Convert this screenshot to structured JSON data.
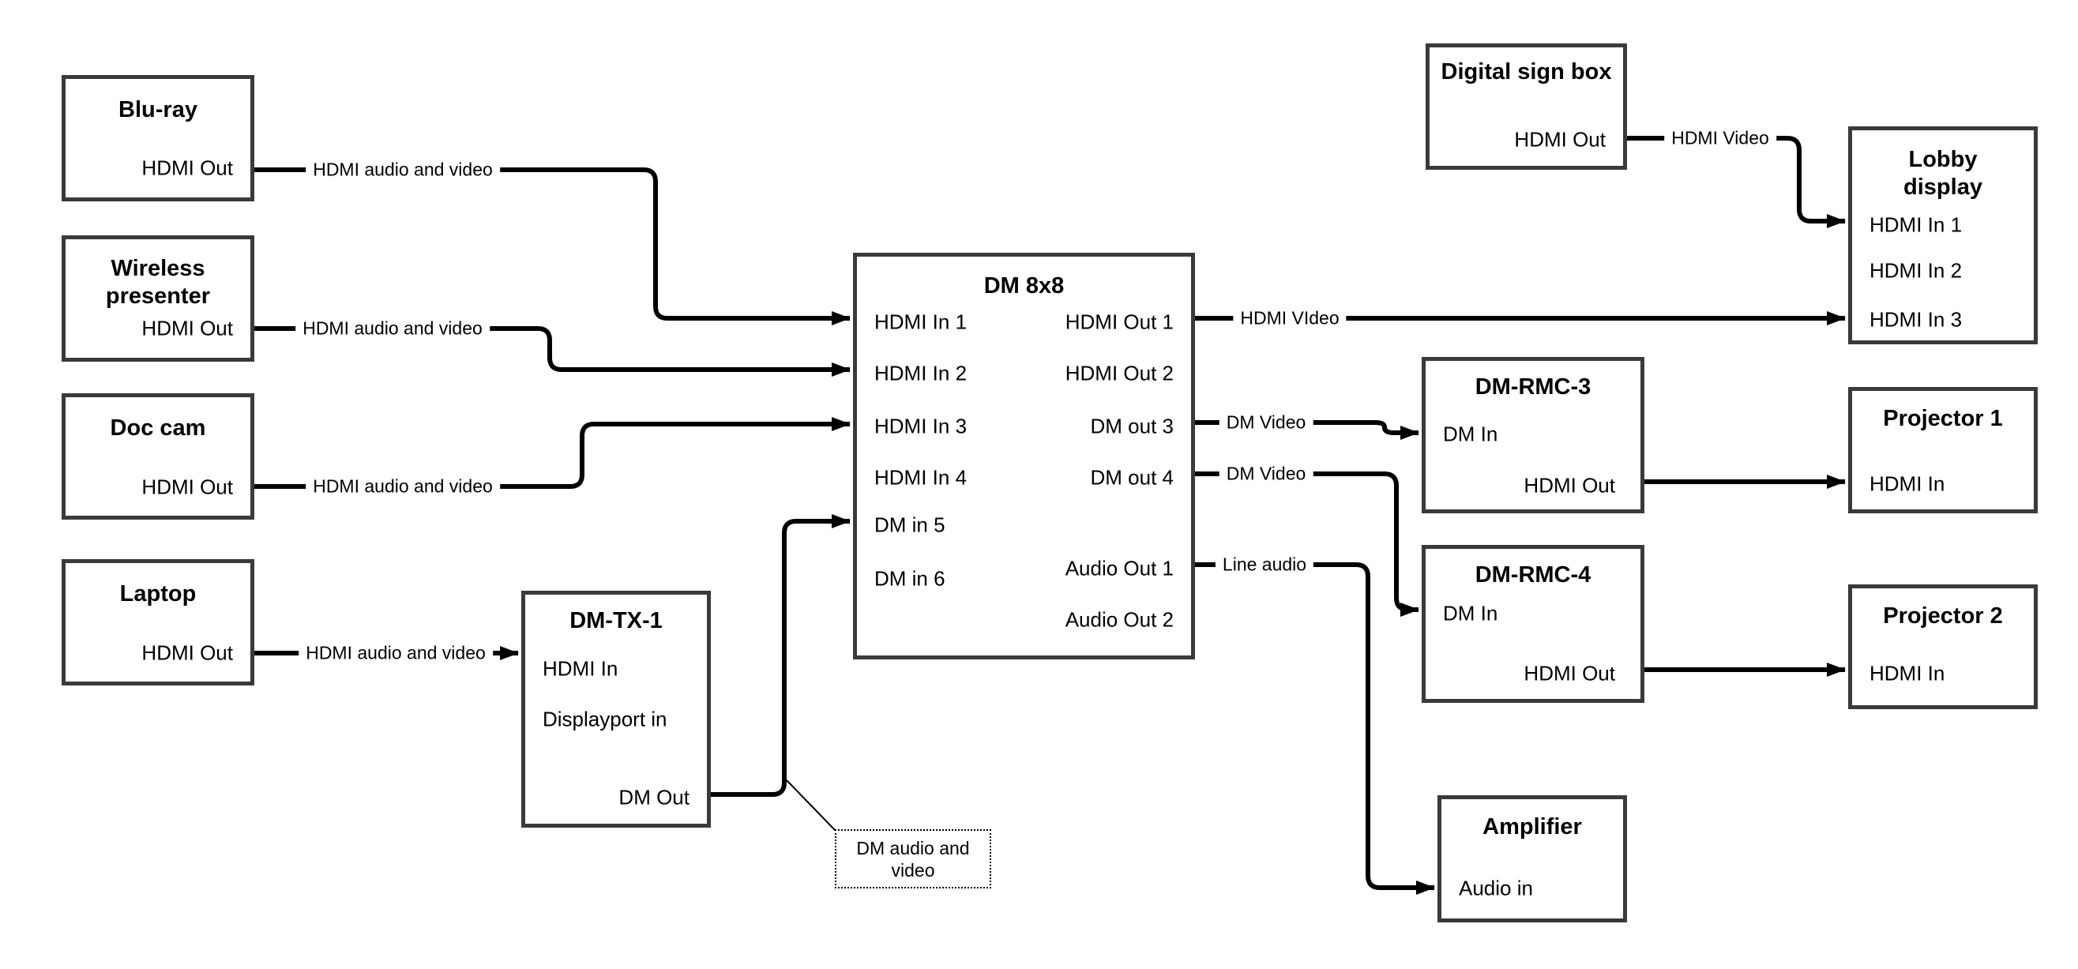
{
  "boxes": {
    "bluray": {
      "title": "Blu-ray",
      "hdmi_out": "HDMI Out"
    },
    "wireless_presenter": {
      "title": "Wireless presenter",
      "hdmi_out": "HDMI Out"
    },
    "doc_cam": {
      "title": "Doc cam",
      "hdmi_out": "HDMI Out"
    },
    "laptop": {
      "title": "Laptop",
      "hdmi_out": "HDMI Out"
    },
    "dm_tx_1": {
      "title": "DM-TX-1",
      "hdmi_in": "HDMI In",
      "displayport_in": "Displayport in",
      "dm_out": "DM Out"
    },
    "dm_8x8": {
      "title": "DM 8x8",
      "hdmi_in_1": "HDMI In 1",
      "hdmi_in_2": "HDMI In 2",
      "hdmi_in_3": "HDMI In 3",
      "hdmi_in_4": "HDMI In 4",
      "dm_in_5": "DM in 5",
      "dm_in_6": "DM in 6",
      "hdmi_out_1": "HDMI Out 1",
      "hdmi_out_2": "HDMI Out 2",
      "dm_out_3": "DM out 3",
      "dm_out_4": "DM out 4",
      "audio_out_1": "Audio Out 1",
      "audio_out_2": "Audio Out 2"
    },
    "digital_sign_box": {
      "title": "Digital sign box",
      "hdmi_out": "HDMI Out"
    },
    "lobby_display": {
      "title": "Lobby display",
      "hdmi_in_1": "HDMI In 1",
      "hdmi_in_2": "HDMI In 2",
      "hdmi_in_3": "HDMI In 3"
    },
    "dm_rmc_3": {
      "title": "DM-RMC-3",
      "dm_in": "DM In",
      "hdmi_out": "HDMI Out"
    },
    "dm_rmc_4": {
      "title": "DM-RMC-4",
      "dm_in": "DM In",
      "hdmi_out": "HDMI Out"
    },
    "projector_1": {
      "title": "Projector 1",
      "hdmi_in": "HDMI In"
    },
    "projector_2": {
      "title": "Projector 2",
      "hdmi_in": "HDMI In"
    },
    "amplifier": {
      "title": "Amplifier",
      "audio_in": "Audio in"
    }
  },
  "wire_labels": {
    "bluray_to_dm8x8": "HDMI audio and video",
    "wireless_to_dm8x8": "HDMI audio and video",
    "doc_cam_to_dm8x8": "HDMI audio and video",
    "laptop_to_dm_tx_1": "HDMI audio and video",
    "dm8x8_out1_to_lobby": "HDMI VIdeo",
    "sign_to_lobby": "HDMI Video",
    "dm8x8_out3_to_rmc3": "DM Video",
    "dm8x8_out4_to_rmc4": "DM Video",
    "dm8x8_audio1_to_amp": "Line audio"
  },
  "callout": {
    "text": "DM audio and video"
  },
  "colors": {
    "background": "#ffffff",
    "box_border": "#3a3a3a",
    "wire": "#000000",
    "text": "#000000"
  }
}
